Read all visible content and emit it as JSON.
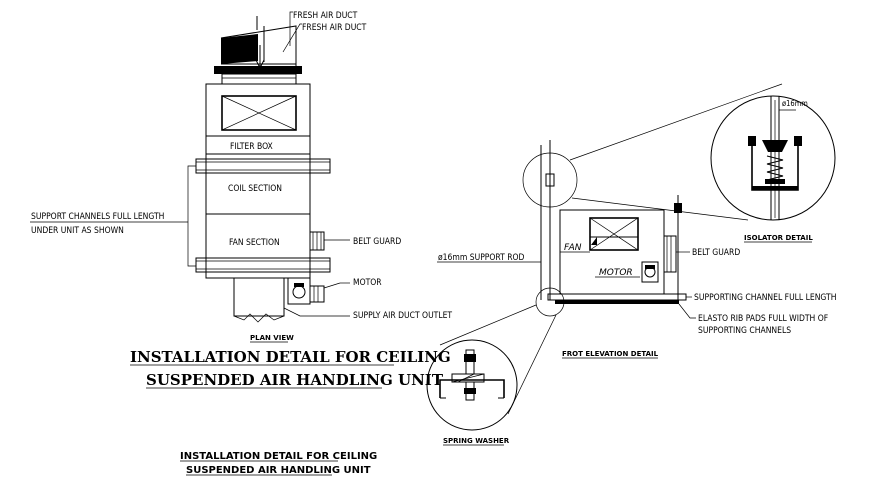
{
  "plan_view": {
    "labels": {
      "fresh_air_duct_1": "FRESH AIR DUCT",
      "fresh_air_duct_2": "FRESH AIR DUCT",
      "filter_box": "FILTER BOX",
      "coil_section": "COIL SECTION",
      "fan_section": "FAN SECTION",
      "support_channels_line1": "SUPPORT CHANNELS FULL LENGTH",
      "support_channels_line2": "UNDER UNIT AS SHOWN",
      "belt_guard": "BELT GUARD",
      "motor": "MOTOR",
      "supply_air_duct_outlet": "SUPPLY AIR DUCT OUTLET",
      "view_title": "PLAN VIEW"
    }
  },
  "main_title": {
    "line1": "INSTALLATION DETAIL FOR CEILING",
    "line2": "SUSPENDED AIR HANDLING UNIT"
  },
  "bottom_title": {
    "line1": "INSTALLATION DETAIL FOR CEILING",
    "line2": "SUSPENDED AIR HANDLING UNIT"
  },
  "elevation": {
    "labels": {
      "support_rod": "ø16mm SUPPORT ROD",
      "fan": "FAN",
      "motor": "MOTOR",
      "belt_guard": "BELT GUARD",
      "supporting_channel": "SUPPORTING CHANNEL FULL LENGTH",
      "elasto_line1": "ELASTO RIB PADS FULL WIDTH OF",
      "elasto_line2": "SUPPORTING CHANNELS",
      "view_title": "FROT ELEVATION DETAIL"
    }
  },
  "isolator_detail": {
    "rod_label": "ø16mm",
    "title": "ISOLATOR DETAIL"
  },
  "spring_washer": {
    "title": "SPRING WASHER"
  }
}
